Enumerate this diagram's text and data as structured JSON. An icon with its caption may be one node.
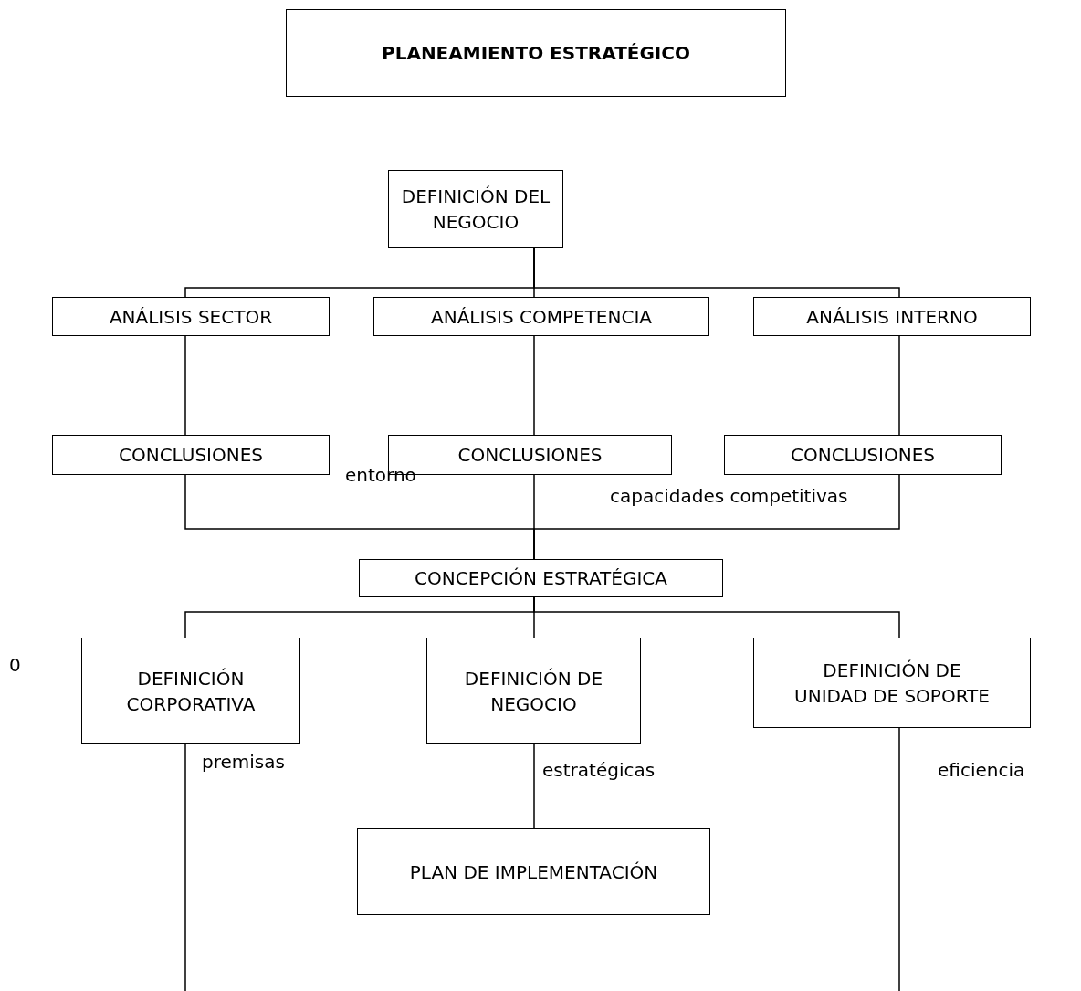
{
  "diagram": {
    "nodes": [
      {
        "text": [
          "PLANEAMIENTO ESTRATÉGICO"
        ]
      },
      {
        "text": [
          "DEFINICIÓN DEL NEGOCIO"
        ]
      },
      {
        "text": [
          "ANÁLISIS SECTOR"
        ]
      },
      {
        "text": [
          "ANÁLISIS COMPETENCIA"
        ]
      },
      {
        "text": [
          "ANÁLISIS INTERNO"
        ]
      },
      {
        "text": [
          "CONCLUSIONES"
        ]
      },
      {
        "text": [
          "CONCLUSIONES"
        ]
      },
      {
        "text": [
          "CONCLUSIONES"
        ]
      },
      {
        "text": [
          "CONCEPCIÓN ESTRATÉGICA"
        ]
      },
      {
        "text": [
          "DEFINICIÓN CORPORATIVA"
        ]
      },
      {
        "text": [
          "DEFINICIÓN DE NEGOCIO"
        ]
      },
      {
        "text": [
          "DEFINICIÓN DE UNIDAD DE SOPORTE"
        ]
      },
      {
        "text": [
          "PLAN DE IMPLEMENTACIÓN"
        ]
      }
    ],
    "edges": [
      {
        "from": 1,
        "to": 2,
        "arrow": "none"
      },
      {
        "from": 1,
        "to": 3,
        "arrow": "none"
      },
      {
        "from": 1,
        "to": 4,
        "arrow": "none"
      },
      {
        "from": 2,
        "to": 5,
        "arrow": "none"
      },
      {
        "from": 3,
        "to": 6,
        "arrow": "none"
      },
      {
        "from": 4,
        "to": 7,
        "arrow": "none"
      },
      {
        "from": 5,
        "to": 8,
        "arrow": "none"
      },
      {
        "from": 6,
        "to": 8,
        "arrow": "none"
      },
      {
        "from": 7,
        "to": 8,
        "arrow": "none"
      },
      {
        "from": 8,
        "to": 9,
        "arrow": "none"
      },
      {
        "from": 8,
        "to": 10,
        "arrow": "none"
      },
      {
        "from": 8,
        "to": 11,
        "arrow": "none"
      },
      {
        "from": 10,
        "to": 12,
        "arrow": "none"
      },
      {
        "from": 9,
        "to": null,
        "arrow": "none"
      },
      {
        "from": 11,
        "to": null,
        "arrow": "none"
      }
    ],
    "labels": [
      "entorno",
      "capacidades competitivas",
      "0",
      "premisas",
      "estratégicas",
      "eficiencia"
    ]
  }
}
